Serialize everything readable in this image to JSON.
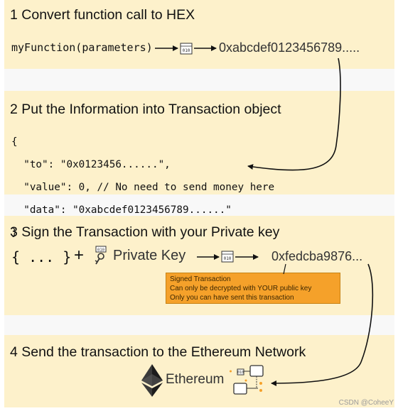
{
  "steps": [
    {
      "heading": "1 Convert function call to HEX"
    },
    {
      "heading": "2 Put the Information into Transaction object"
    },
    {
      "heading": "3 Sign the Transaction with your Private key"
    },
    {
      "heading": "4 Send the transaction to the Ethereum Network"
    }
  ],
  "step1": {
    "function_call": "myFunction(parameters)",
    "hex_output": "0xabcdef0123456789....."
  },
  "step2": {
    "code_lines": [
      "{",
      "  \"to\": \"0x0123456......\",",
      "  \"value\": 0, // No need to send money here",
      "  \"data\": \"0xabcdef0123456789......\"",
      "}"
    ]
  },
  "step3": {
    "object_placeholder": "{ ... }",
    "plus": "+",
    "private_key_label": "Private Key",
    "signed_output": "0xfedcba9876...",
    "note_lines": [
      "Signed Transaction",
      "Can only be decrypted with YOUR public key",
      "Only you can have sent this transaction"
    ]
  },
  "step4": {
    "network_label": "Ethereum"
  },
  "icons": [
    "hex-encoder-icon",
    "key-icon",
    "ethereum-logo-icon",
    "network-nodes-icon"
  ],
  "colors": {
    "band": "#fdf1cb",
    "note": "#f5a12a",
    "arrow": "#111111"
  },
  "watermark": "CSDN @CoheeY"
}
